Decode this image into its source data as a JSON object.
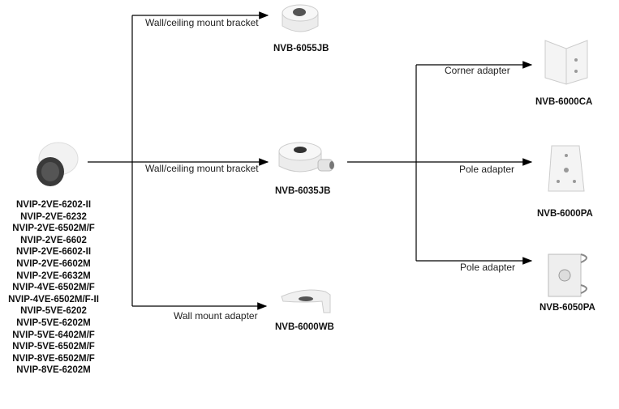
{
  "camera": {
    "models": [
      "NVIP-2VE-6202-II",
      "NVIP-2VE-6232",
      "NVIP-2VE-6502M/F",
      "NVIP-2VE-6602",
      "NVIP-2VE-6602-II",
      "NVIP-2VE-6602M",
      "NVIP-2VE-6632M",
      "NVIP-4VE-6502M/F",
      "NVIP-4VE-6502M/F-II",
      "NVIP-5VE-6202",
      "NVIP-5VE-6202M",
      "NVIP-5VE-6402M/F",
      "NVIP-5VE-6502M/F",
      "NVIP-8VE-6502M/F",
      "NVIP-8VE-6202M"
    ]
  },
  "edges": {
    "top": "Wall/ceiling mount bracket",
    "middle": "Wall/ceiling mount bracket",
    "bottom": "Wall mount adapter",
    "corner": "Corner adapter",
    "pole1": "Pole adapter",
    "pole2": "Pole adapter"
  },
  "products": {
    "jb6055": "NVB-6055JB",
    "jb6035": "NVB-6035JB",
    "wb6000": "NVB-6000WB",
    "ca6000": "NVB-6000CA",
    "pa6000": "NVB-6000PA",
    "pa6050": "NVB-6050PA"
  }
}
